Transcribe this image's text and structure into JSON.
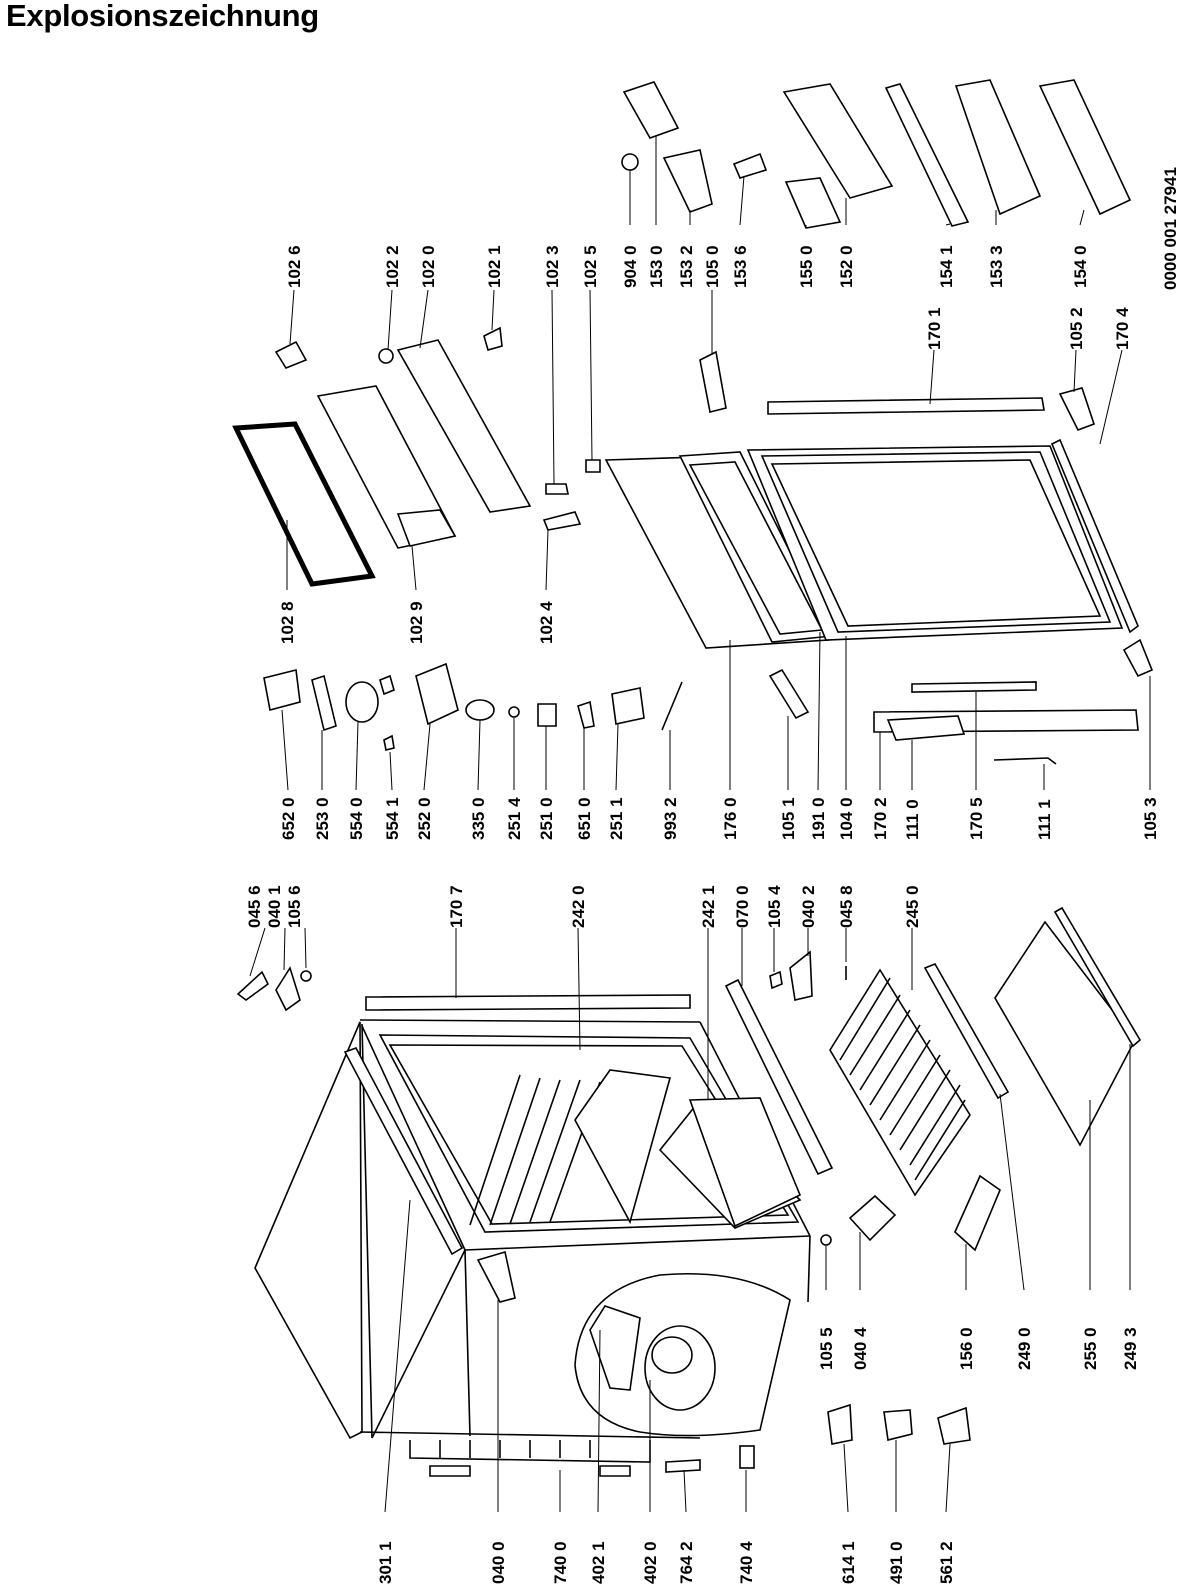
{
  "title": "Explosionszeichnung",
  "document_number": "0000 001 27941",
  "parts_top": [
    "102 6",
    "102 2",
    "102 0",
    "102 1",
    "102 3",
    "102 5",
    "904 0",
    "153 0",
    "153 2",
    "105 0",
    "153 6",
    "155 0",
    "152 0",
    "154 1",
    "153 3",
    "154 0"
  ],
  "parts_right_mid": [
    "170 1",
    "105 2",
    "170 4"
  ],
  "parts_middle": [
    "102 8",
    "102 9",
    "102 4"
  ],
  "parts_center": [
    "652 0",
    "253 0",
    "554 0",
    "554 1",
    "252 0",
    "335 0",
    "251 4",
    "251 0",
    "651 0",
    "251 1",
    "993 2",
    "176 0",
    "105 1",
    "191 0",
    "104 0",
    "170 2",
    "111 0",
    "170 5",
    "111 1",
    "105 3"
  ],
  "parts_upper_left": [
    "045 6",
    "040 1",
    "105 6",
    "170 7",
    "242 0",
    "242 1",
    "070 0",
    "105 4",
    "040 2",
    "045 8",
    "245 0"
  ],
  "parts_lower_mid": [
    "105 5",
    "040 4",
    "156 0",
    "249 0",
    "255 0",
    "249 3"
  ],
  "parts_bottom": [
    "301 1",
    "040 0",
    "740 0",
    "402 1",
    "402 0",
    "764 2",
    "740 4",
    "614 1",
    "491 0",
    "561 2"
  ]
}
